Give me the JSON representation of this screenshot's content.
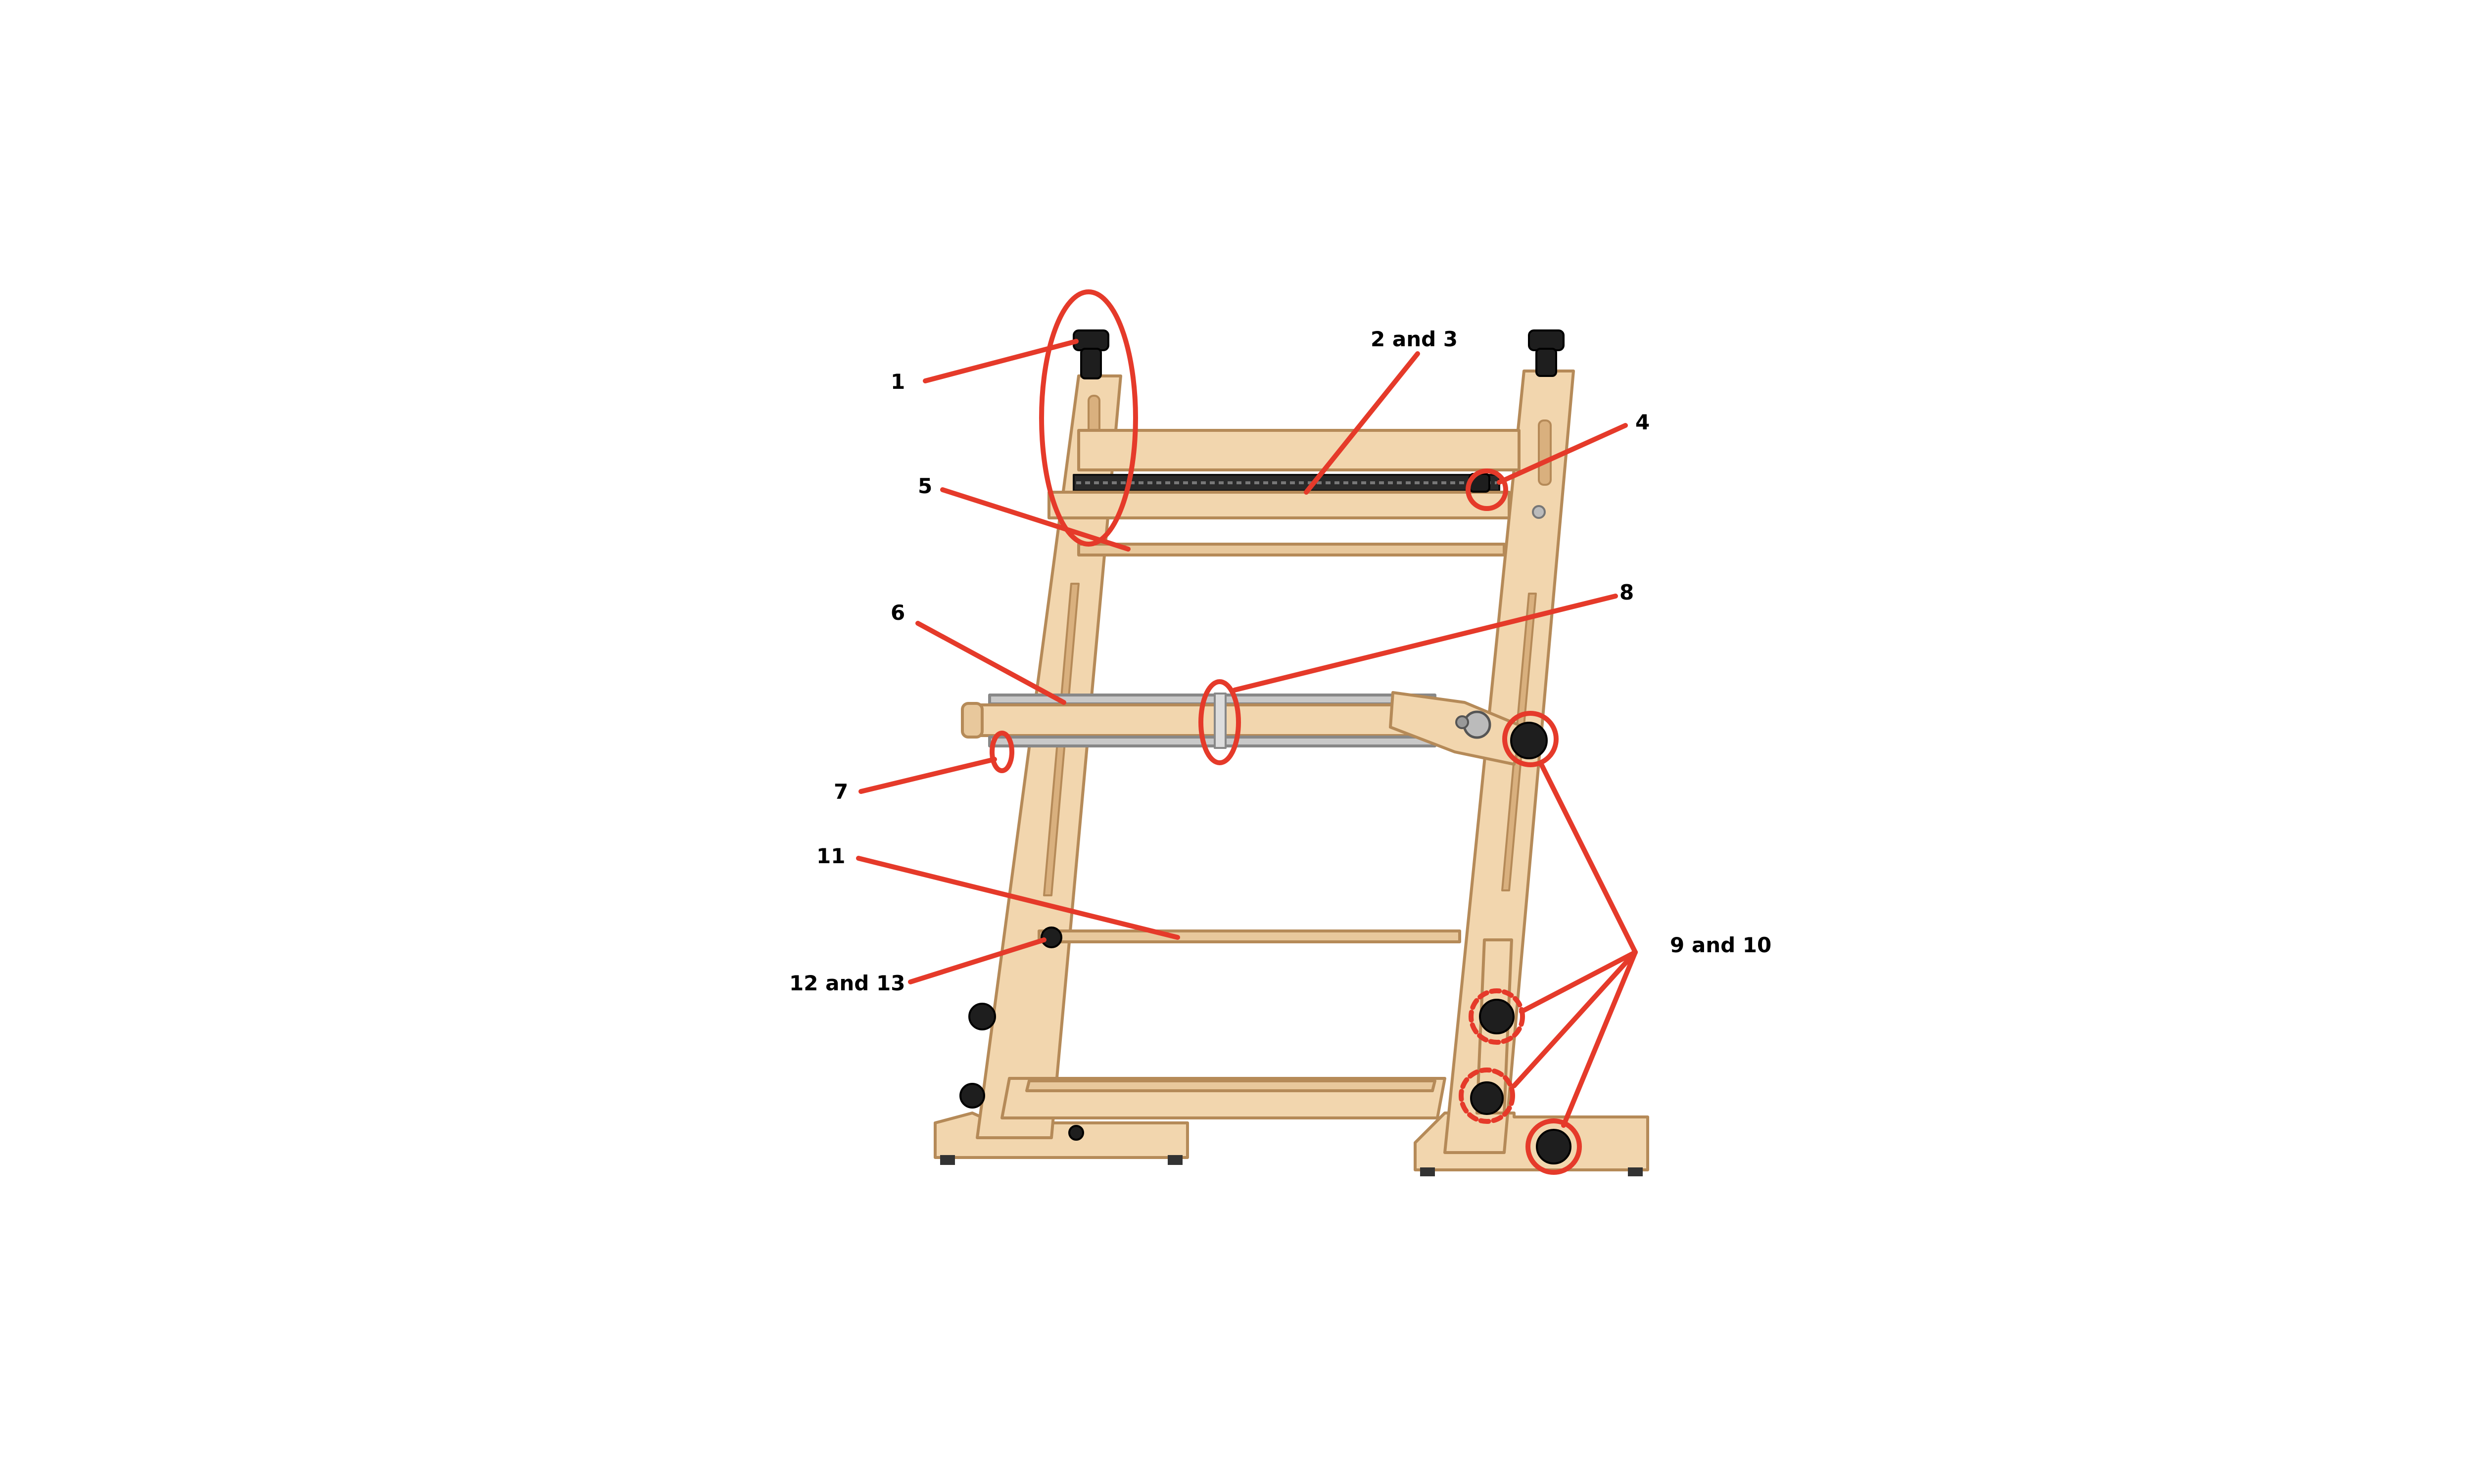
{
  "callouts": [
    {
      "id": "1",
      "label": "1"
    },
    {
      "id": "2-3",
      "label": "2 and 3"
    },
    {
      "id": "4",
      "label": "4"
    },
    {
      "id": "5",
      "label": "5"
    },
    {
      "id": "6",
      "label": "6"
    },
    {
      "id": "7",
      "label": "7"
    },
    {
      "id": "8",
      "label": "8"
    },
    {
      "id": "9-10",
      "label": "9 and 10"
    },
    {
      "id": "11",
      "label": "11"
    },
    {
      "id": "12-13",
      "label": "12 and 13"
    }
  ],
  "colors": {
    "wood": "#F2D6AE",
    "wood_edge": "#B58A58",
    "wood_dark": "#D9B07E",
    "knob": "#1E1E1E",
    "rod": "#C9C9C9",
    "callout": "#E53A2A",
    "label": "#000000"
  }
}
